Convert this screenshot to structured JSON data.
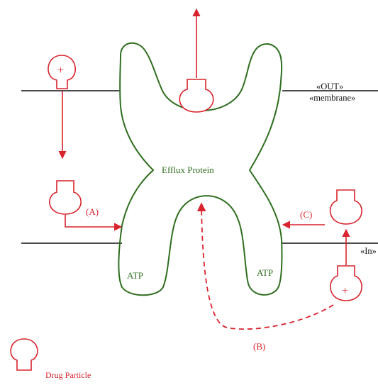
{
  "labels": {
    "efflux": "Efflux Protein",
    "atp_left": "ATP",
    "atp_right": "ATP",
    "out": "«OUT»",
    "membrane": "«membrane»",
    "in": "«In»",
    "path_a": "(A)",
    "path_b": "(B)",
    "path_c": "(C)",
    "plus_top": "+",
    "plus_bottom": "+",
    "legend": "Drug Particle"
  },
  "colors": {
    "protein": "#2f6e1f",
    "drug": "#d9232d",
    "membrane": "#111111"
  }
}
